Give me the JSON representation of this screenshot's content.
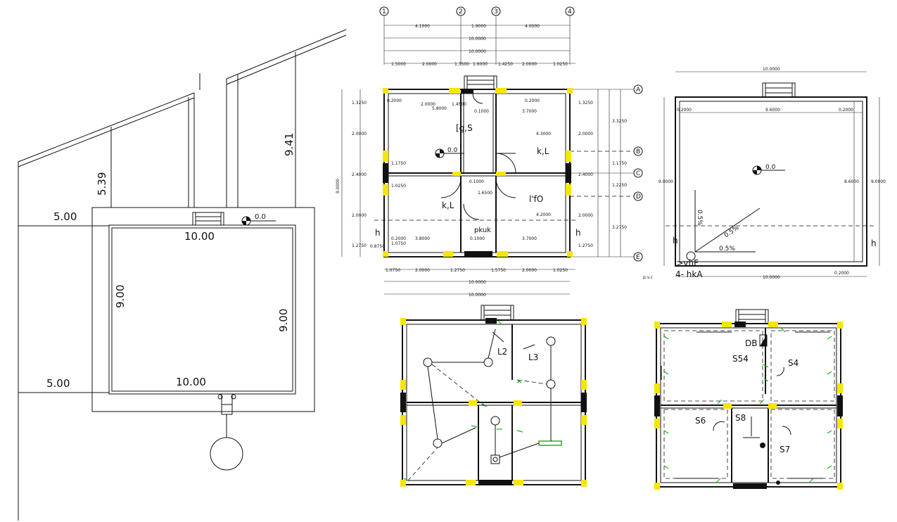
{
  "site_plan": {
    "dim_top_left": "5.00",
    "dim_bottom_left": "5.00",
    "dim_vertical_left": "5.39",
    "dim_vertical_right": "9.41",
    "building_width_top": "10.00",
    "building_width_bottom": "10.00",
    "building_height_left": "9.00",
    "building_height_right": "9.00",
    "level_mark": "0.0"
  },
  "floor_plan": {
    "grid_cols": [
      "1",
      "2",
      "3",
      "4"
    ],
    "grid_rows": [
      "A",
      "B",
      "C",
      "D",
      "E"
    ],
    "top_dims_1": [
      "4.1000",
      "1.9000",
      "4.0000"
    ],
    "top_total_1": "10.0000",
    "top_total_2": "10.0000",
    "top_dims_3": [
      "1.5000",
      "2.0000",
      "1.3500",
      "1.6000",
      "1.4250",
      "2.0000",
      "1.0250"
    ],
    "bottom_dims_1": [
      "1.0750",
      "2.0000",
      "1.2750",
      "1.5750",
      "2.0000",
      "1.0250"
    ],
    "bottom_total_1": "10.0000",
    "bottom_total_2": "10.0000",
    "left_total": "9.0000",
    "left_dims": [
      "1.3250",
      "2.0000",
      "2.4000",
      "2.0000",
      "1.2750"
    ],
    "right_dims": [
      "1.3250",
      "2.0000",
      "2.4000",
      "2.0000",
      "1.2750"
    ],
    "right_dims_2": [
      "3.3250",
      "1.1750",
      "1.2250",
      "3.2750"
    ],
    "inner_dims": [
      "0.2000",
      "2.0000",
      "1.4500",
      "5.8000",
      "0.1000",
      "3.7000",
      "0.2000",
      "4.3000",
      "1.1750",
      "0.1000",
      "1.0250",
      "1.6500",
      "4.2000",
      "3.8000",
      "0.1000",
      "3.7000",
      "0.2000",
      "0.8750",
      "1.0750"
    ],
    "room_labels": [
      "[g,S",
      "k,L",
      "k,L",
      "l'fO",
      "pkuk"
    ],
    "level_mark": "0.0",
    "section_mark": "h"
  },
  "roof_plan": {
    "top_total": "10.0000",
    "bottom_total": "10.0000",
    "left_offset": "0.2000",
    "inner_width": "9.6000",
    "right_offset": "0.2000",
    "left_height": "9.0000",
    "inner_height": "8.6000",
    "right_height": "9.0000",
    "bottom_offset": "0.2000",
    "slopes": [
      "0.5%",
      "0.5%",
      "0.5%"
    ],
    "level_mark": "0.0",
    "pipe_label": "p.v.c",
    "label_1": "l>vhF",
    "label_2": "4- hkA",
    "section_mark": "h"
  },
  "lighting_plan": {
    "labels": [
      "L2",
      "L3"
    ]
  },
  "power_plan": {
    "labels": [
      "DB",
      "S54",
      "S4",
      "S6",
      "S8",
      "S7"
    ]
  },
  "colors": {
    "column_fill": "#f5e600",
    "wall_stroke": "#111111",
    "fixture_stroke": "#1db31d",
    "background": "#ffffff"
  }
}
